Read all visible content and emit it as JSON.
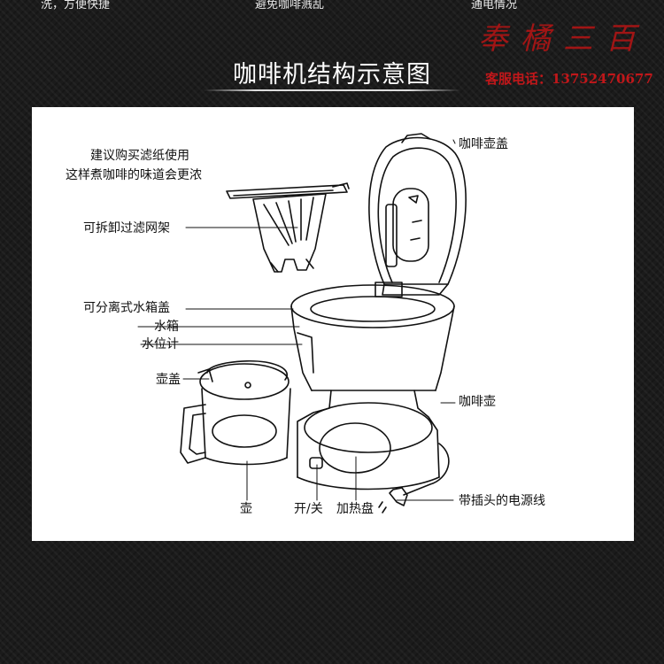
{
  "top_strip": [
    "洗，方便快捷",
    "避免咖啡溅乱",
    "通电情况"
  ],
  "header": {
    "title": "咖啡机结构示意图"
  },
  "brand": {
    "logo_text": "奉橘三百",
    "service_line": "客服电话：13752470677"
  },
  "labels": {
    "filter_tip_line1": "建议购买滤纸使用",
    "filter_tip_line2": "这样煮咖啡的味道会更浓",
    "filter_holder": "可拆卸过滤网架",
    "tank_lid": "可分离式水箱盖",
    "water_tank": "水箱",
    "water_gauge": "水位计",
    "pot_lid": "壶盖",
    "carafe": "壶",
    "switch": "开/关",
    "heating_plate": "加热盘",
    "machine_lid": "咖啡壶盖",
    "coffee_maker": "咖啡壶",
    "power_cord": "带插头的电源线"
  }
}
